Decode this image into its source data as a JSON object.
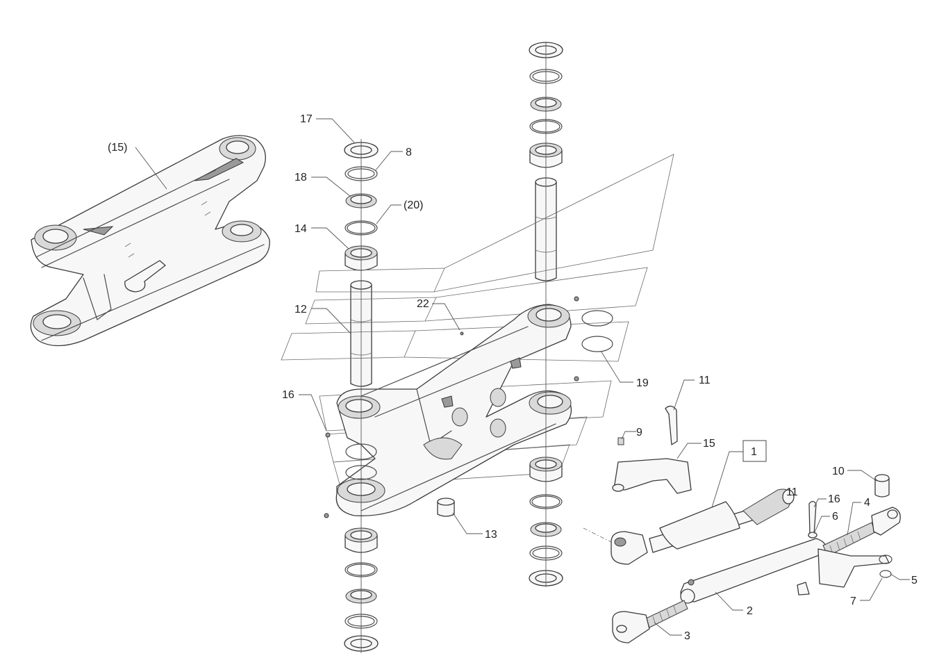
{
  "labels": {
    "l_15p": "(15)",
    "l_17": "17",
    "l_8": "8",
    "l_18": "18",
    "l_20p": "(20)",
    "l_14": "14",
    "l_12": "12",
    "l_22": "22",
    "l_16a": "16",
    "l_19": "19",
    "l_11a": "11",
    "l_9": "9",
    "l_15": "15",
    "l_1": "1",
    "l_11b": "11",
    "l_10": "10",
    "l_16b": "16",
    "l_6": "6",
    "l_4": "4",
    "l_13": "13",
    "l_5": "5",
    "l_7": "7",
    "l_2": "2",
    "l_3": "3"
  }
}
